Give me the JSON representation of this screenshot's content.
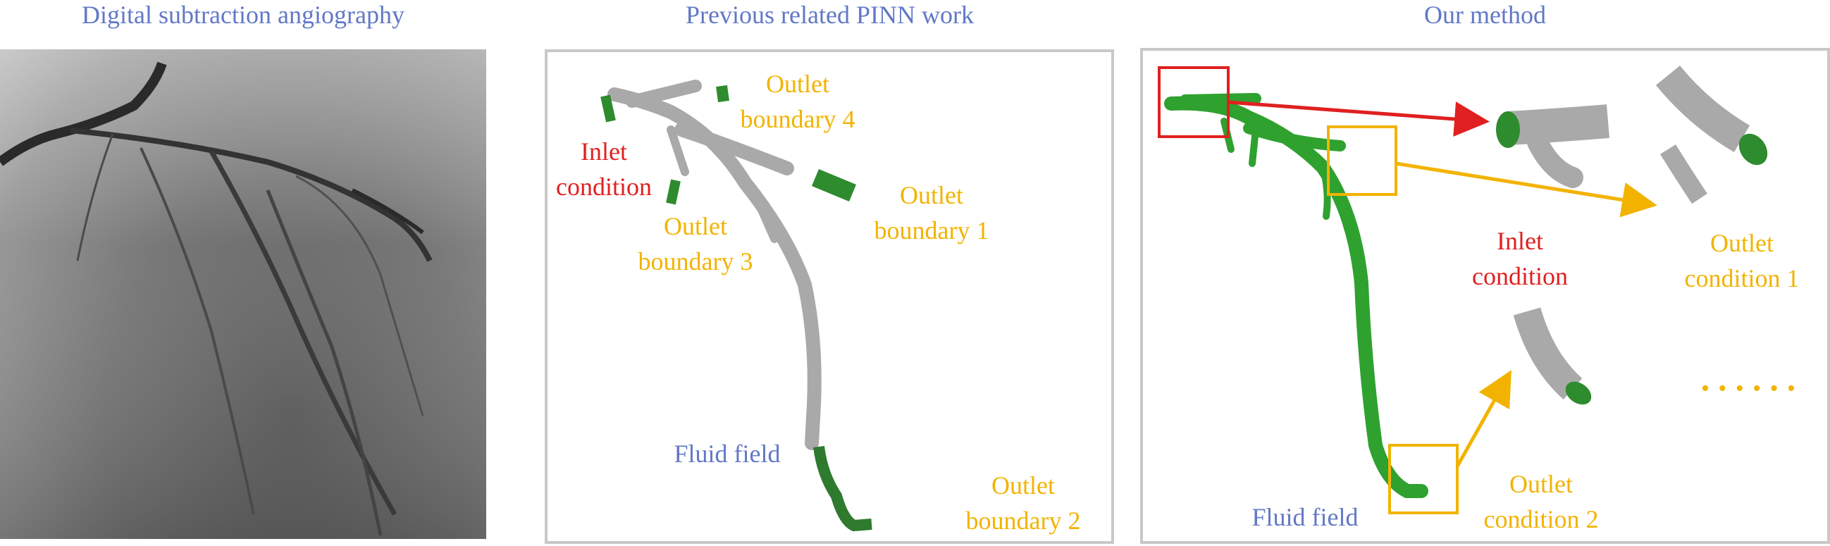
{
  "panels": {
    "angiography": {
      "title": "Digital subtraction angiography"
    },
    "previous": {
      "title": "Previous related PINN work",
      "labels": {
        "outlet4": [
          "Outlet",
          "boundary 4"
        ],
        "inlet": [
          "Inlet",
          "condition"
        ],
        "outlet3": [
          "Outlet",
          "boundary 3"
        ],
        "outlet1": [
          "Outlet",
          "boundary 1"
        ],
        "fluid": "Fluid field",
        "outlet2": [
          "Outlet",
          "boundary 2"
        ]
      }
    },
    "ours": {
      "title": "Our method",
      "labels": {
        "inlet": [
          "Inlet",
          "condition"
        ],
        "outlet1": [
          "Outlet",
          "condition 1"
        ],
        "fluid": "Fluid field",
        "outlet2": [
          "Outlet",
          "condition 2"
        ],
        "ellipsis": "• • • • • •"
      }
    }
  },
  "colors": {
    "boundary_green": "#2e8b2e",
    "vessel_green": "#2fa12f",
    "vessel_gray": "#a9a9a9",
    "outlet_yellow": "#f2b300",
    "inlet_red": "#e02020",
    "fluid_blue": "#6278c6",
    "frame_gray": "#c8c8c8"
  }
}
